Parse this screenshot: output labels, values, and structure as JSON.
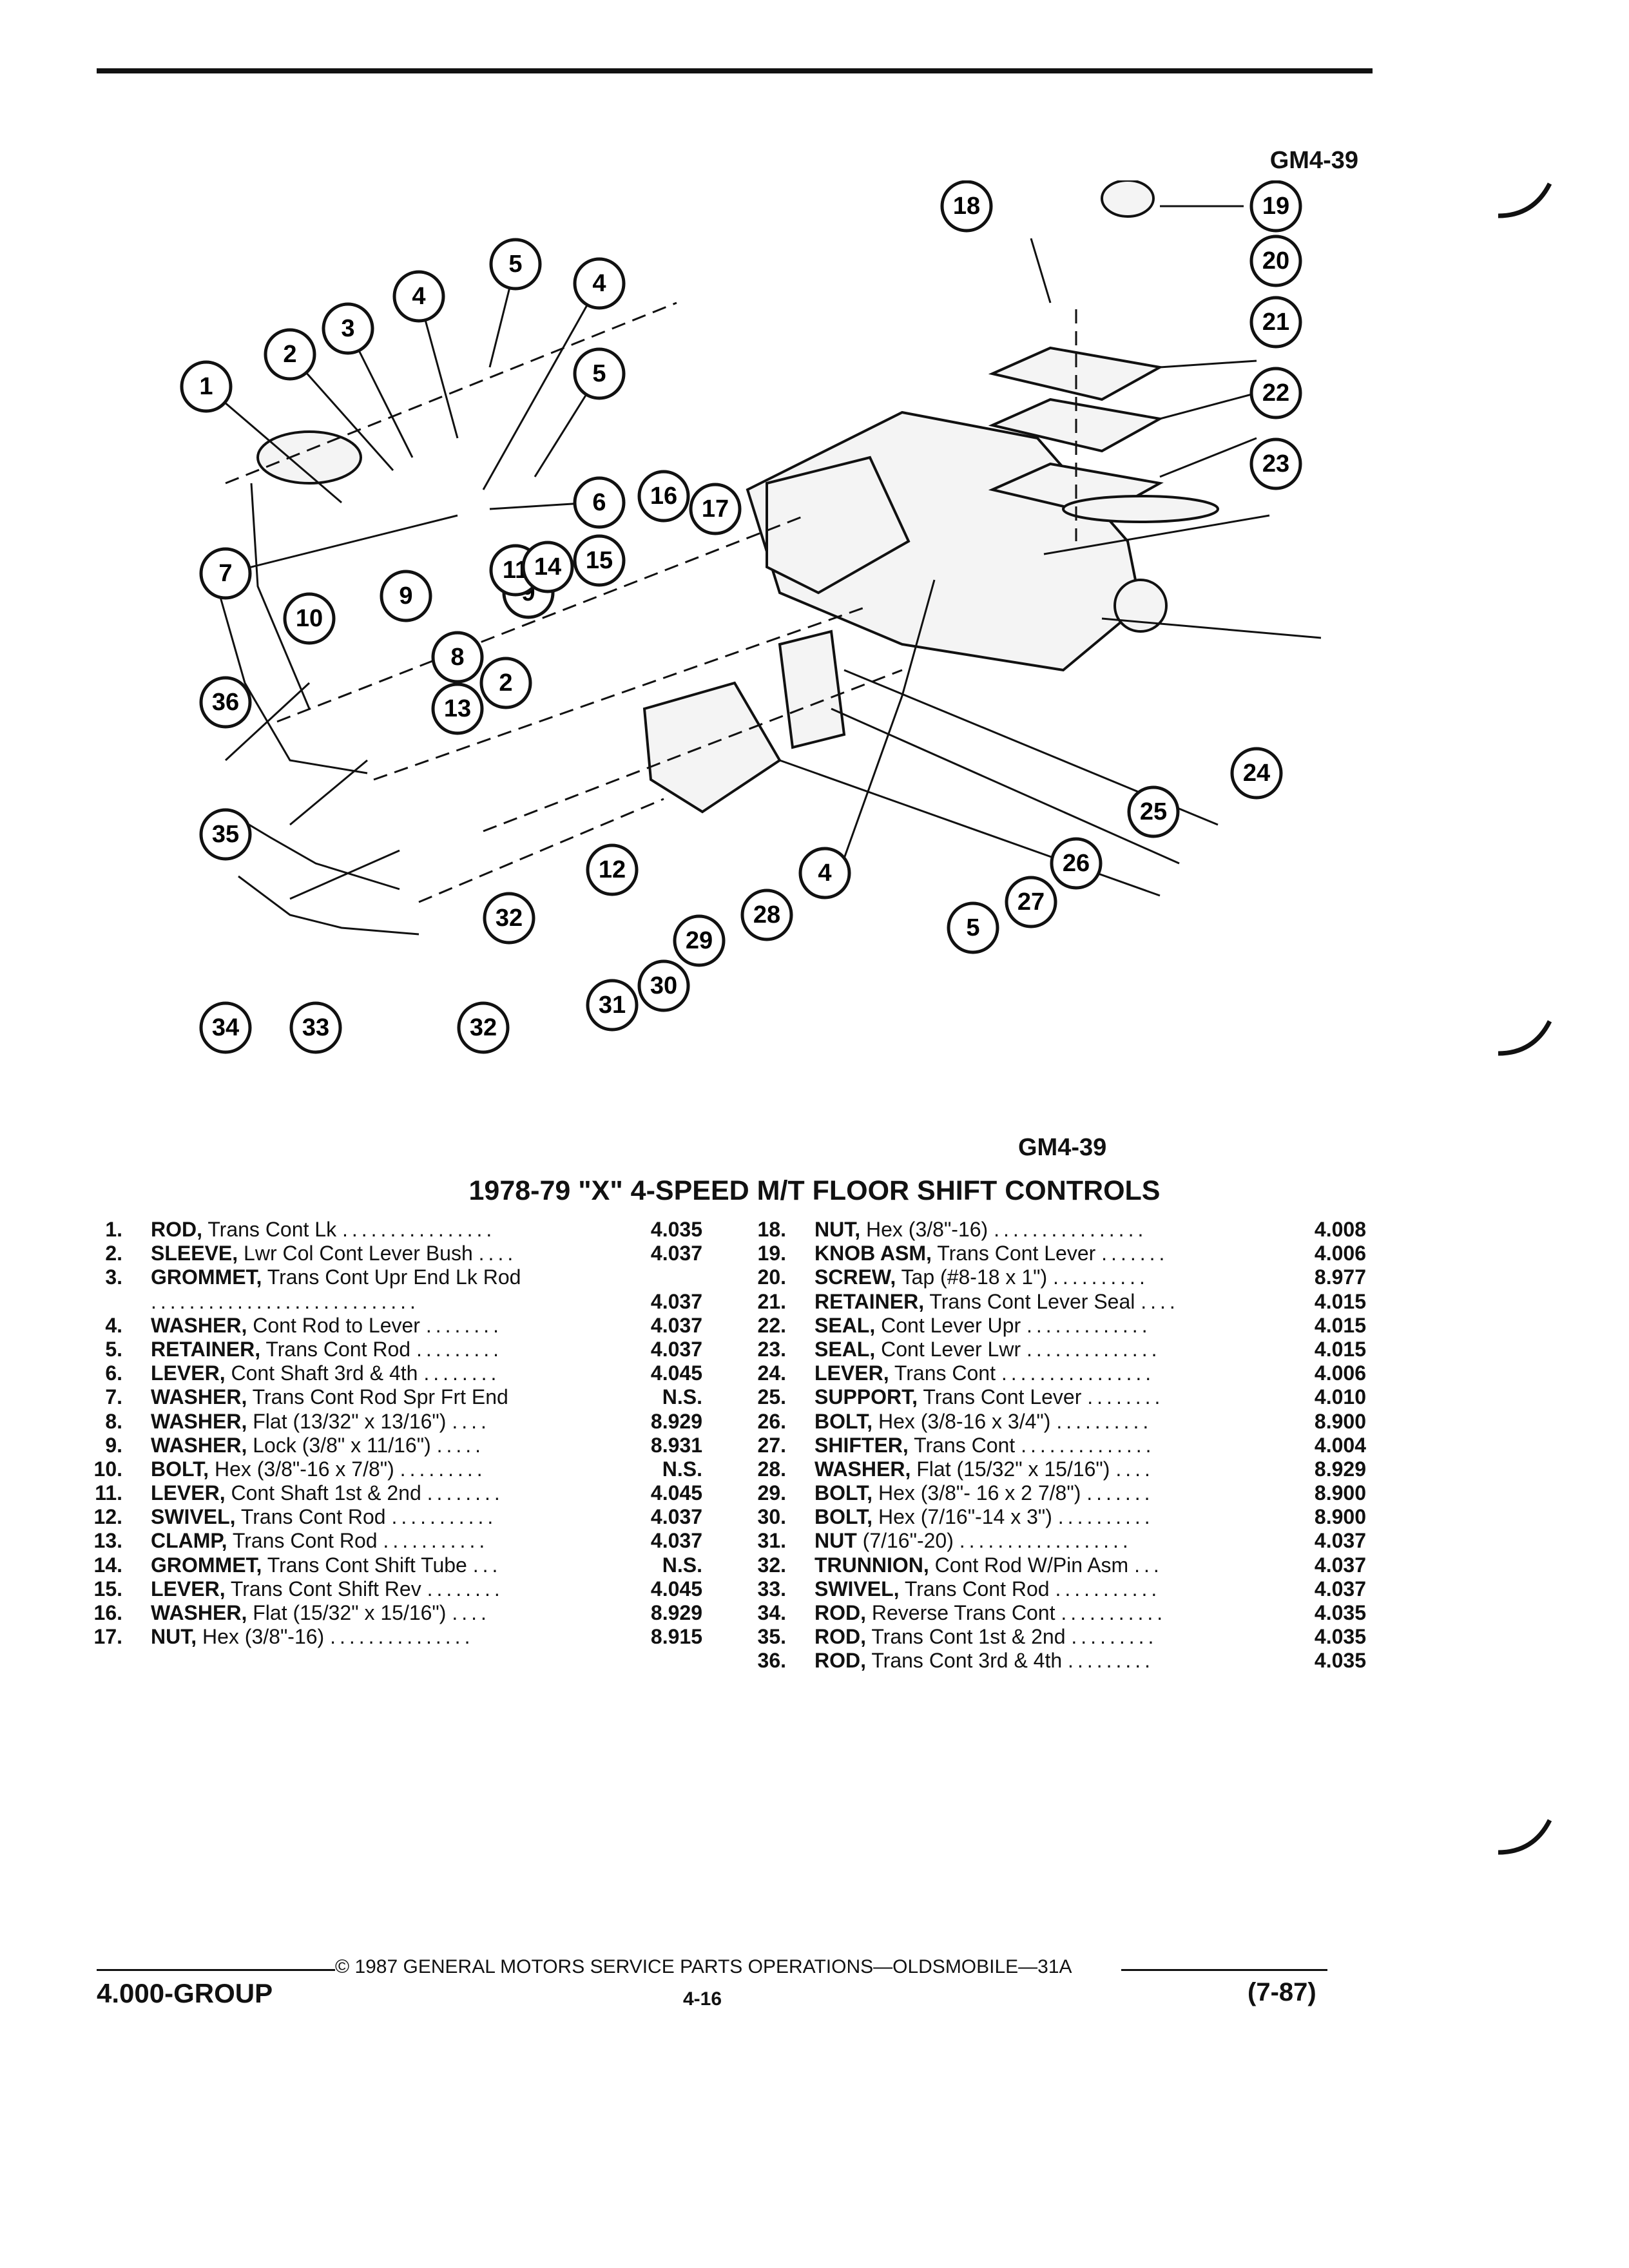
{
  "figure": {
    "code_top": "GM4-39",
    "code_bottom": "GM4-39"
  },
  "callouts": [
    "1",
    "2",
    "3",
    "4",
    "4",
    "5",
    "5",
    "6",
    "7",
    "8",
    "9",
    "9",
    "10",
    "11",
    "12",
    "13",
    "14",
    "15",
    "16",
    "17",
    "2",
    "18",
    "19",
    "20",
    "21",
    "22",
    "23",
    "24",
    "25",
    "26",
    "27",
    "28",
    "29",
    "30",
    "31",
    "32",
    "32",
    "33",
    "34",
    "35",
    "36",
    "4",
    "5"
  ],
  "title": "1978-79 \"X\" 4-SPEED M/T FLOOR SHIFT CONTROLS",
  "parts_left": [
    {
      "num": "1.",
      "name": "ROD,",
      "desc": "Trans Cont Lk",
      "dots": "................",
      "code": "4.035"
    },
    {
      "num": "2.",
      "name": "SLEEVE,",
      "desc": "Lwr Col Cont Lever Bush",
      "dots": "....",
      "code": "4.037"
    },
    {
      "num": "3.",
      "name": "GROMMET,",
      "desc": "Trans Cont Upr End Lk Rod",
      "dots": "............................",
      "code": "4.037"
    },
    {
      "num": "4.",
      "name": "WASHER,",
      "desc": "Cont Rod to Lever",
      "dots": "........",
      "code": "4.037"
    },
    {
      "num": "5.",
      "name": "RETAINER,",
      "desc": "Trans Cont Rod",
      "dots": ".........",
      "code": "4.037"
    },
    {
      "num": "6.",
      "name": "LEVER,",
      "desc": "Cont Shaft 3rd & 4th",
      "dots": "........",
      "code": "4.045"
    },
    {
      "num": "7.",
      "name": "WASHER,",
      "desc": "Trans Cont Rod Spr Frt End",
      "dots": "",
      "code": "N.S."
    },
    {
      "num": "8.",
      "name": "WASHER,",
      "desc": "Flat (13/32\" x 13/16\")",
      "dots": "....",
      "code": "8.929"
    },
    {
      "num": "9.",
      "name": "WASHER,",
      "desc": "Lock (3/8\" x 11/16\")",
      "dots": ".....",
      "code": "8.931"
    },
    {
      "num": "10.",
      "name": "BOLT,",
      "desc": "Hex (3/8\"-16 x 7/8\")",
      "dots": ".........",
      "code": "N.S."
    },
    {
      "num": "11.",
      "name": "LEVER,",
      "desc": "Cont Shaft 1st & 2nd",
      "dots": "........",
      "code": "4.045"
    },
    {
      "num": "12.",
      "name": "SWIVEL,",
      "desc": "Trans Cont Rod",
      "dots": "...........",
      "code": "4.037"
    },
    {
      "num": "13.",
      "name": "CLAMP,",
      "desc": "Trans Cont Rod",
      "dots": "...........",
      "code": "4.037"
    },
    {
      "num": "14.",
      "name": "GROMMET,",
      "desc": "Trans Cont Shift Tube",
      "dots": "...",
      "code": "N.S."
    },
    {
      "num": "15.",
      "name": "LEVER,",
      "desc": "Trans Cont Shift Rev",
      "dots": "........",
      "code": "4.045"
    },
    {
      "num": "16.",
      "name": "WASHER,",
      "desc": "Flat (15/32\" x 15/16\")",
      "dots": "....",
      "code": "8.929"
    },
    {
      "num": "17.",
      "name": "NUT,",
      "desc": "Hex (3/8\"-16)",
      "dots": "...............",
      "code": "8.915"
    }
  ],
  "parts_right": [
    {
      "num": "18.",
      "name": "NUT,",
      "desc": "Hex (3/8\"-16)",
      "dots": "................",
      "code": "4.008"
    },
    {
      "num": "19.",
      "name": "KNOB ASM,",
      "desc": "Trans Cont Lever",
      "dots": ".......",
      "code": "4.006"
    },
    {
      "num": "20.",
      "name": "SCREW,",
      "desc": "Tap (#8-18 x 1\")",
      "dots": "..........",
      "code": "8.977"
    },
    {
      "num": "21.",
      "name": "RETAINER,",
      "desc": "Trans Cont Lever Seal",
      "dots": "....",
      "code": "4.015"
    },
    {
      "num": "22.",
      "name": "SEAL,",
      "desc": "Cont Lever Upr",
      "dots": ".............",
      "code": "4.015"
    },
    {
      "num": "23.",
      "name": "SEAL,",
      "desc": "Cont Lever Lwr",
      "dots": "..............",
      "code": "4.015"
    },
    {
      "num": "24.",
      "name": "LEVER,",
      "desc": "Trans Cont",
      "dots": "................",
      "code": "4.006"
    },
    {
      "num": "25.",
      "name": "SUPPORT,",
      "desc": "Trans Cont Lever",
      "dots": "........",
      "code": "4.010"
    },
    {
      "num": "26.",
      "name": "BOLT,",
      "desc": "Hex (3/8-16 x 3/4\")",
      "dots": "..........",
      "code": "8.900"
    },
    {
      "num": "27.",
      "name": "SHIFTER,",
      "desc": "Trans Cont",
      "dots": "..............",
      "code": "4.004"
    },
    {
      "num": "28.",
      "name": "WASHER,",
      "desc": "Flat (15/32\" x 15/16\")",
      "dots": "....",
      "code": "8.929"
    },
    {
      "num": "29.",
      "name": "BOLT,",
      "desc": "Hex (3/8\"- 16 x 2 7/8\")",
      "dots": ".......",
      "code": "8.900"
    },
    {
      "num": "30.",
      "name": "BOLT,",
      "desc": "Hex (7/16\"-14 x 3\")",
      "dots": "..........",
      "code": "8.900"
    },
    {
      "num": "31.",
      "name": "NUT",
      "desc": "(7/16\"-20)",
      "dots": "..................",
      "code": "4.037"
    },
    {
      "num": "32.",
      "name": "TRUNNION,",
      "desc": "Cont Rod W/Pin Asm",
      "dots": "...",
      "code": "4.037"
    },
    {
      "num": "33.",
      "name": "SWIVEL,",
      "desc": "Trans Cont Rod",
      "dots": "...........",
      "code": "4.037"
    },
    {
      "num": "34.",
      "name": "ROD,",
      "desc": "Reverse Trans Cont",
      "dots": "...........",
      "code": "4.035"
    },
    {
      "num": "35.",
      "name": "ROD,",
      "desc": "Trans Cont 1st & 2nd",
      "dots": ".........",
      "code": "4.035"
    },
    {
      "num": "36.",
      "name": "ROD,",
      "desc": "Trans Cont 3rd & 4th",
      "dots": ".........",
      "code": "4.035"
    }
  ],
  "footer": {
    "copyright": "© 1987 GENERAL MOTORS SERVICE PARTS OPERATIONS—OLDSMOBILE—31A",
    "group": "4.000-GROUP",
    "page": "4-16",
    "date": "(7-87)"
  }
}
